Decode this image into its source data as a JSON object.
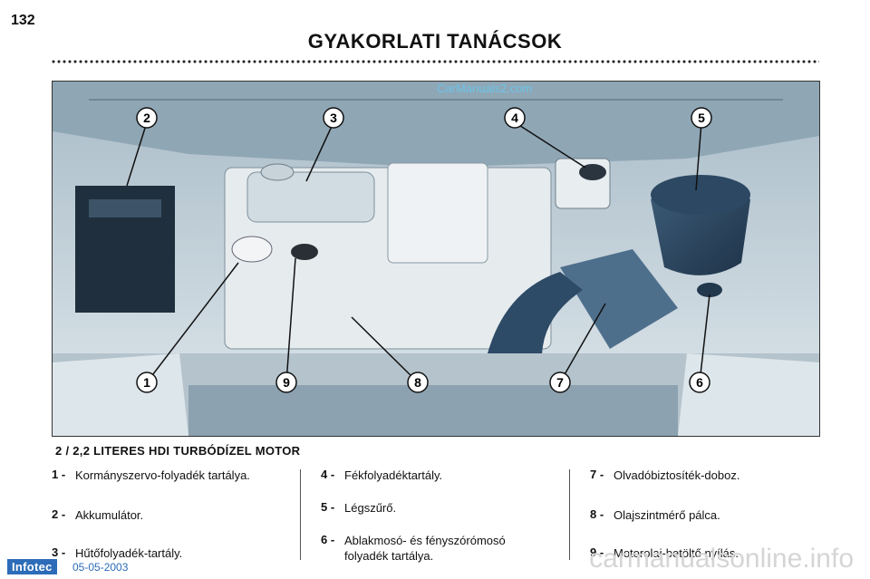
{
  "page": {
    "number": "132",
    "title": "GYAKORLATI TANÁCSOK",
    "caption": "2 / 2,2 LITERES HDI TURBÓDÍZEL MOTOR"
  },
  "figure": {
    "watermark": "CarManuals2.com",
    "callout_numbers": [
      "1",
      "2",
      "3",
      "4",
      "5",
      "6",
      "7",
      "8",
      "9"
    ]
  },
  "legend": {
    "col1": [
      {
        "num": "1 -",
        "text": "Kormányszervo-folyadék tartálya."
      },
      {
        "num": "2 -",
        "text": "Akkumulátor."
      },
      {
        "num": "3 -",
        "text": "Hűtőfolyadék-tartály."
      }
    ],
    "col2": [
      {
        "num": "4 -",
        "text": "Fékfolyadéktartály."
      },
      {
        "num": "5 -",
        "text": "Légszűrő."
      },
      {
        "num": "6 -",
        "text": "Ablakmosó- és fényszórómosó folyadék tartálya."
      }
    ],
    "col3": [
      {
        "num": "7 -",
        "text": "Olvadóbiztosíték-doboz."
      },
      {
        "num": "8 -",
        "text": "Olajszintmérő pálca."
      },
      {
        "num": "9 -",
        "text": "Motorolaj-betöltő nyílás."
      }
    ]
  },
  "footer": {
    "logo": "Infotec",
    "date": "05-05-2003",
    "watermark": "carmanualsonline.info"
  }
}
